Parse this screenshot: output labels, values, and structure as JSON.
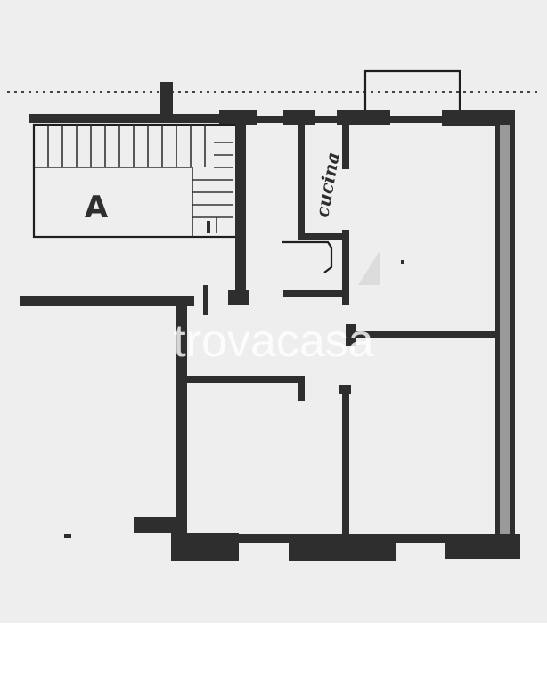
{
  "plan": {
    "room_label_kitchen": "cucina",
    "unit_label": "A",
    "watermark": "trovacasa"
  },
  "colors": {
    "background": "#eeeeee",
    "ink": "#2e2e2e",
    "footer": "#ffffff",
    "watermark": "#ffffff"
  }
}
